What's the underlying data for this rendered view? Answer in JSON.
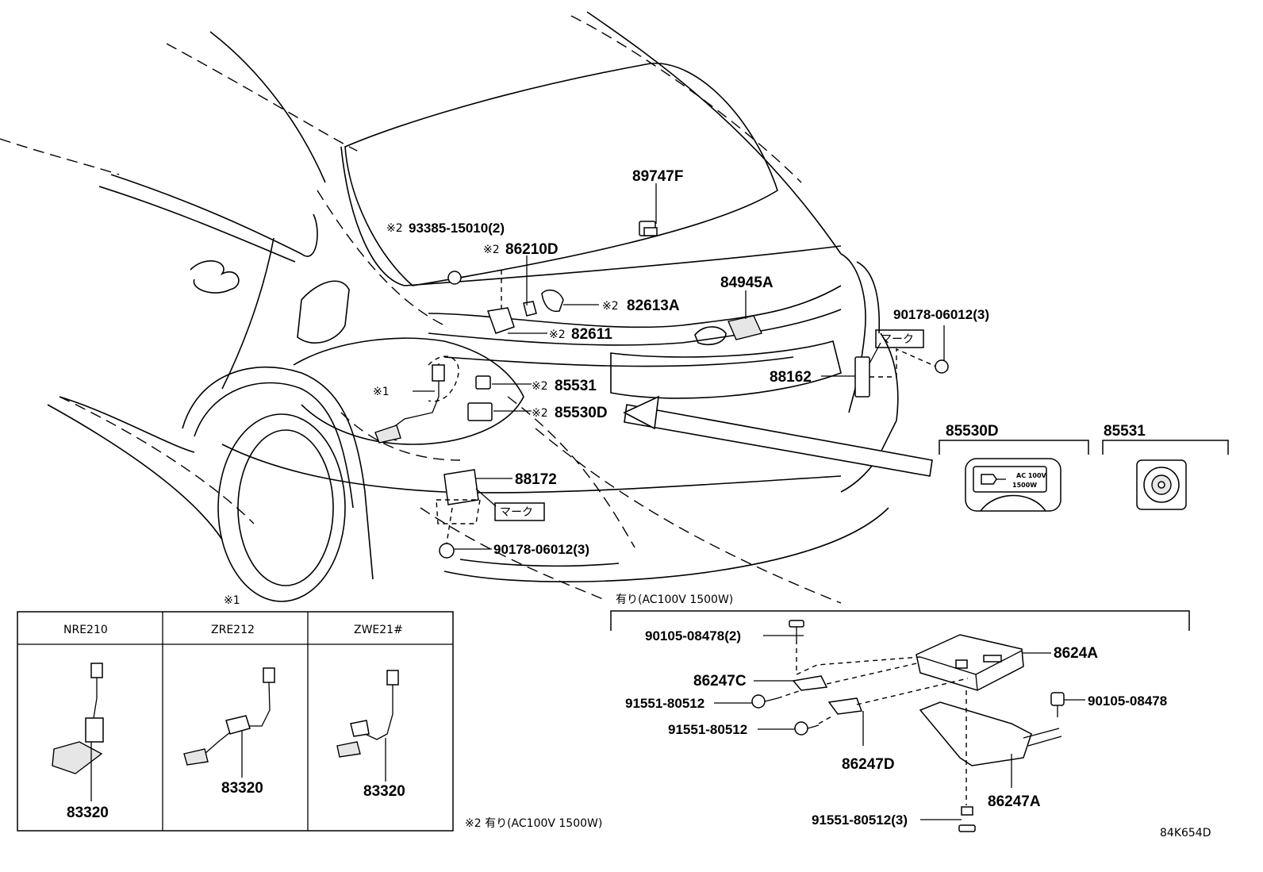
{
  "diagram_code": "84K654D",
  "callouts": {
    "p89747F": "89747F",
    "p93385": "93385-15010(2)",
    "p86210D": "86210D",
    "p82613A": "82613A",
    "p82611": "82611",
    "p84945A": "84945A",
    "p90178_right": "90178-06012(3)",
    "p88162": "88162",
    "p85531": "85531",
    "p85530D": "85530D",
    "p88172": "88172",
    "p90178_lower": "90178-06012(3)",
    "mark_label": "マーク",
    "note1_marker": "※1",
    "note2_marker": "※2"
  },
  "detail_boxes": {
    "box_85530D_title": "85530D",
    "box_85530D_face_line1": "AC 100V",
    "box_85530D_face_line2": "1500W",
    "box_85531_title": "85531"
  },
  "inverter_group": {
    "header": "有り(AC100V 1500W)",
    "p90105_a": "90105-08478(2)",
    "p86247C": "86247C",
    "p91551_a": "91551-80512",
    "p91551_b": "91551-80512",
    "p86247D": "86247D",
    "p8624A": "8624A",
    "p90105_b": "90105-08478",
    "p86247A": "86247A",
    "p91551_c": "91551-80512(3)"
  },
  "variant_table": {
    "marker": "※1",
    "columns": [
      {
        "header": "NRE210",
        "part": "83320"
      },
      {
        "header": "ZRE212",
        "part": "83320"
      },
      {
        "header": "ZWE21#",
        "part": "83320"
      }
    ]
  },
  "footnote": "※2 有り(AC100V 1500W)"
}
